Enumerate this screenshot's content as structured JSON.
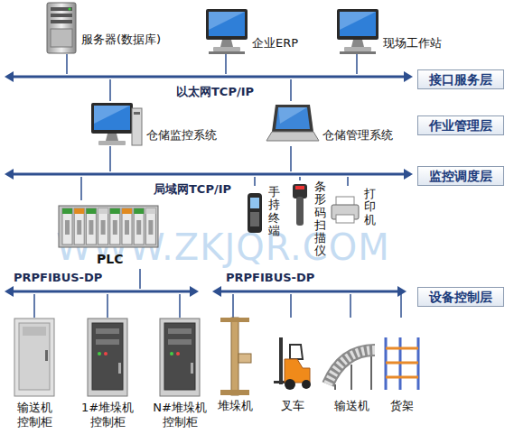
{
  "diagram": {
    "nodes": [
      {
        "text": [
          "服务器(数据库)"
        ]
      },
      {
        "text": [
          "企业ERP"
        ]
      },
      {
        "text": [
          "现场工作站"
        ]
      },
      {
        "text": [
          "接口服务层"
        ]
      },
      {
        "text": [
          "以太网TCP/IP"
        ]
      },
      {
        "text": [
          "仓储监控系统"
        ]
      },
      {
        "text": [
          "仓储管理系统"
        ]
      },
      {
        "text": [
          "作业管理层"
        ]
      },
      {
        "text": [
          "局域网TCP/IP"
        ]
      },
      {
        "text": [
          "监控调度层"
        ]
      },
      {
        "text": [
          "PLC"
        ]
      },
      {
        "text": [
          "手持终端"
        ]
      },
      {
        "text": [
          "条形码扫描仪"
        ]
      },
      {
        "text": [
          "打印机"
        ]
      },
      {
        "text": [
          "PRPFIBUS-DP"
        ]
      },
      {
        "text": [
          "PRPFIBUS-DP"
        ]
      },
      {
        "text": [
          "设备控制层"
        ]
      },
      {
        "text": [
          "输送机 控制柜"
        ]
      },
      {
        "text": [
          "1#堆垛机 控制柜"
        ]
      },
      {
        "text": [
          "N#堆垛机 控制柜"
        ]
      },
      {
        "text": [
          "堆垛机"
        ]
      },
      {
        "text": [
          "叉车"
        ]
      },
      {
        "text": [
          "输送机"
        ]
      },
      {
        "text": [
          "货架"
        ]
      }
    ],
    "edges": [
      {
        "from": 0,
        "to": 4,
        "arrow": "none"
      },
      {
        "from": 1,
        "to": 4,
        "arrow": "none"
      },
      {
        "from": 2,
        "to": 4,
        "arrow": "none"
      },
      {
        "from": 5,
        "to": 4,
        "arrow": "none"
      },
      {
        "from": 6,
        "to": 4,
        "arrow": "none"
      },
      {
        "from": 5,
        "to": 8,
        "arrow": "none"
      },
      {
        "from": 6,
        "to": 8,
        "arrow": "none"
      },
      {
        "from": 10,
        "to": 8,
        "arrow": "none"
      },
      {
        "from": 11,
        "to": 8,
        "arrow": "none"
      },
      {
        "from": 12,
        "to": 8,
        "arrow": "none"
      },
      {
        "from": 13,
        "to": 8,
        "arrow": "none"
      },
      {
        "from": 10,
        "to": 14,
        "arrow": "none"
      },
      {
        "from": 17,
        "to": 14,
        "arrow": "none"
      },
      {
        "from": 18,
        "to": 14,
        "arrow": "none"
      },
      {
        "from": 19,
        "to": 14,
        "arrow": "none"
      },
      {
        "from": 20,
        "to": 15,
        "arrow": "none"
      },
      {
        "from": 21,
        "to": 15,
        "arrow": "none"
      },
      {
        "from": 22,
        "to": 15,
        "arrow": "none"
      },
      {
        "from": 23,
        "to": 15,
        "arrow": "none"
      }
    ],
    "labels": [
      "WWW.ZKJQR.COM"
    ]
  }
}
